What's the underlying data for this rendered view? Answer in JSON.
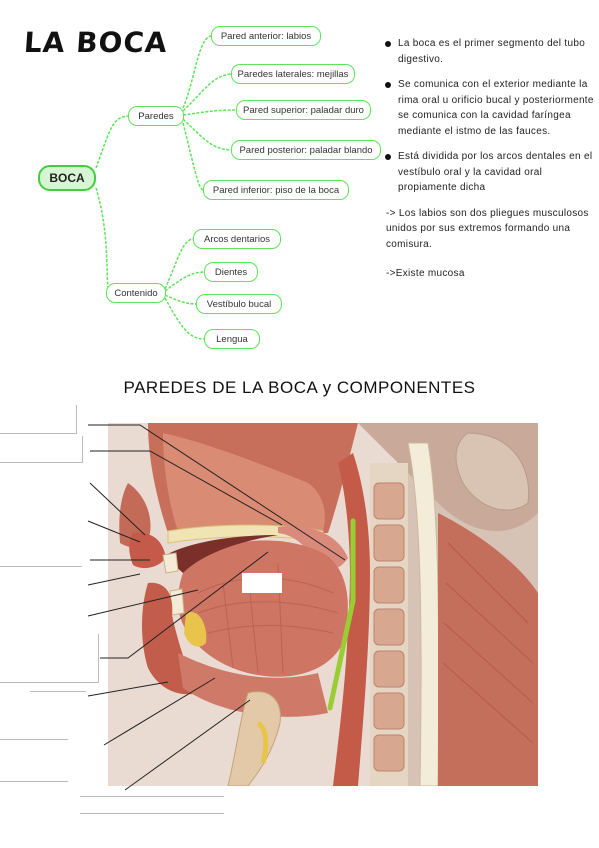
{
  "title": "LA BOCA",
  "mindmap": {
    "root": "BOCA",
    "paredes": {
      "label": "Paredes",
      "children": [
        "Pared anterior: labios",
        "Paredes laterales: mejillas",
        "Pared superior: paladar duro",
        "Pared posterior: paladar blando",
        "Pared inferior: piso de la boca"
      ]
    },
    "contenido": {
      "label": "Contenido",
      "children": [
        "Arcos dentarios",
        "Dientes",
        "Vestíbulo bucal",
        "Lengua"
      ]
    }
  },
  "notes": {
    "bullets": [
      "La boca es el primer segmento del tubo digestivo.",
      "Se comunica con el exterior mediante la rima oral u orificio bucal y posteriormente se comunica con la cavidad faríngea mediante el istmo de las fauces.",
      "Está dividida por los arcos dentales en el vestíbulo oral y la cavidad oral propiamente dicha"
    ],
    "extra": [
      "-> Los labios son dos pliegues musculosos unidos por sus extremos formando una comisura.",
      "->Existe mucosa"
    ]
  },
  "section_title": "PAREDES DE LA BOCA y COMPONENTES",
  "colors": {
    "mindmap_green": "#5ee35a",
    "root_fill": "#d7f5d4",
    "marker_line": "#9acd32"
  }
}
